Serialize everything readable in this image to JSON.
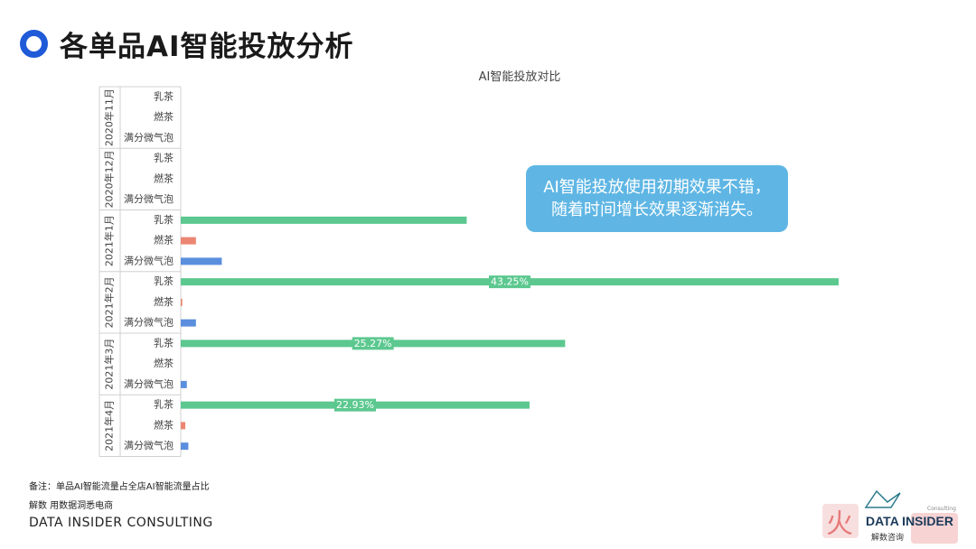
{
  "header": {
    "title": "各单品AI智能投放分析"
  },
  "callout": {
    "line1": "AI智能投放使用初期效果不错，",
    "line2": "随着时间增长效果逐渐消失。"
  },
  "footer": {
    "note": "备注：单品AI智能流量占全店AI智能流量占比",
    "source": "解数 用数据洞悉电商",
    "company": "DATA INSIDER CONSULTING"
  },
  "brand": {
    "name": "DATA INSIDER",
    "sub": "解数咨询",
    "mini": "Consulting"
  },
  "colors": {
    "milk_tea": "#5cc88f",
    "burn_tea": "#ec8672",
    "full_bubble": "#5b8fde",
    "accent": "#1f5bd8",
    "callout": "#5fb6e4"
  },
  "chart_data": {
    "type": "bar",
    "orientation": "horizontal",
    "title": "AI智能投放对比",
    "groups": [
      "2020年11月",
      "2020年12月",
      "2021年1月",
      "2021年2月",
      "2021年3月",
      "2021年4月"
    ],
    "categories": [
      "乳茶",
      "燃茶",
      "满分微气泡"
    ],
    "series": [
      {
        "name": "乳茶",
        "color": "#5cc88f",
        "values": [
          0,
          0,
          18.8,
          43.25,
          25.27,
          22.93
        ]
      },
      {
        "name": "燃茶",
        "color": "#ec8672",
        "values": [
          0,
          0,
          1.0,
          0.1,
          0,
          0.3
        ]
      },
      {
        "name": "满分微气泡",
        "color": "#5b8fde",
        "values": [
          0,
          0,
          2.7,
          1.0,
          0.4,
          0.5
        ]
      }
    ],
    "data_labels": [
      {
        "group": "2021年2月",
        "series": "乳茶",
        "text": "43.25%"
      },
      {
        "group": "2021年3月",
        "series": "乳茶",
        "text": "25.27%"
      },
      {
        "group": "2021年4月",
        "series": "乳茶",
        "text": "22.93%"
      }
    ],
    "xlim": [
      0,
      43.25
    ]
  }
}
